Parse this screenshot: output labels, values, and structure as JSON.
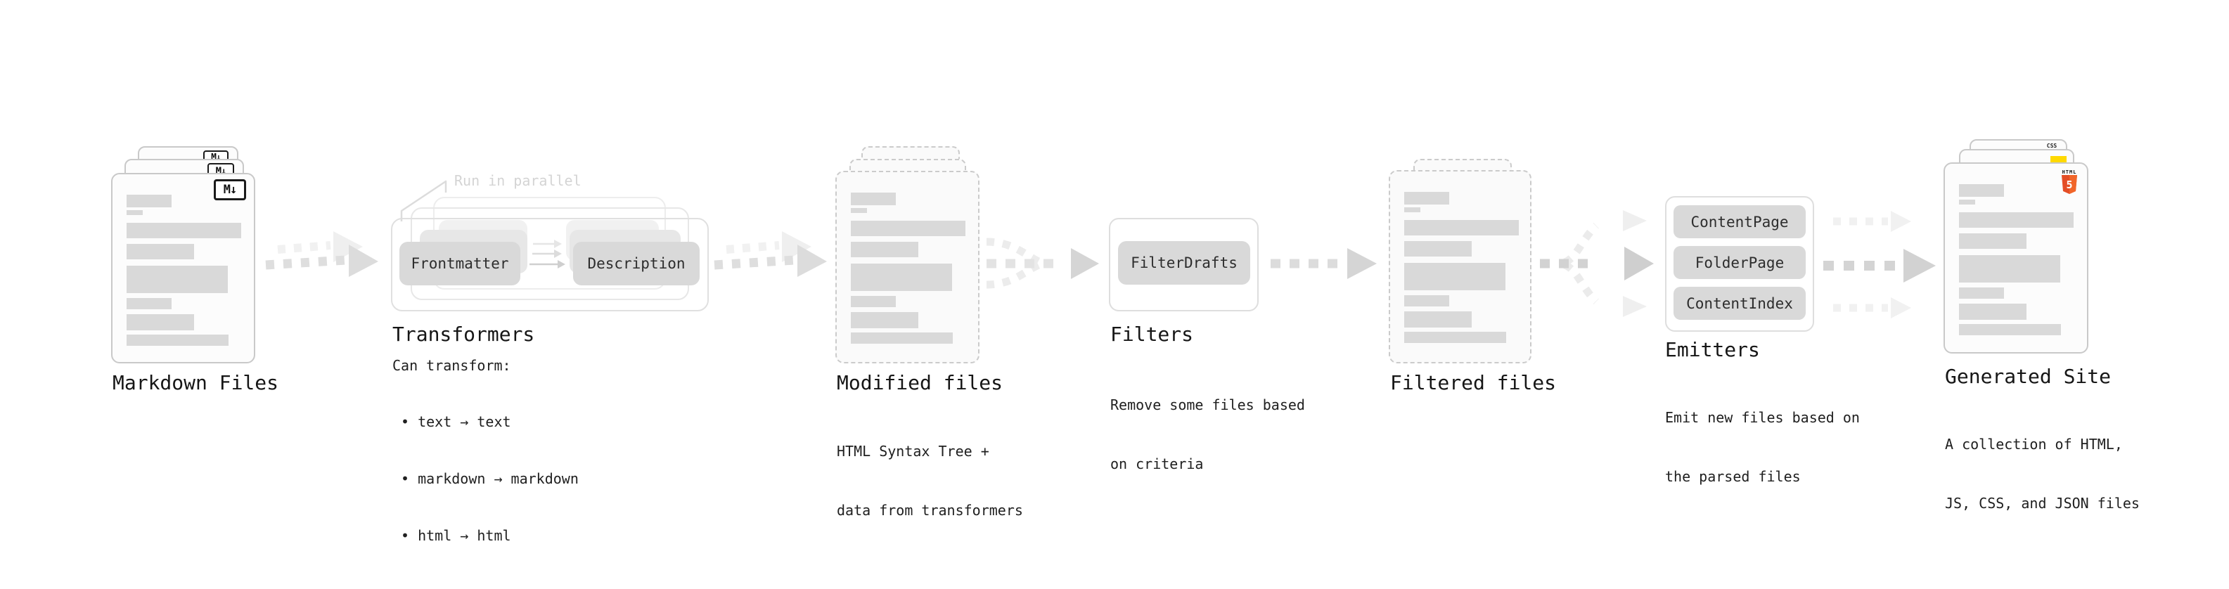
{
  "stages": {
    "markdown_files": {
      "title": "Markdown Files"
    },
    "transformers": {
      "title": "Transformers",
      "annotation": "Run in parallel",
      "pill_frontmatter": "Frontmatter",
      "pill_description": "Description",
      "subtitle": "Can transform:",
      "bullets": [
        "text → text",
        "markdown → markdown",
        "html → html"
      ]
    },
    "modified_files": {
      "title": "Modified files",
      "desc1": "HTML Syntax Tree +",
      "desc2": "data from transformers"
    },
    "filters": {
      "title": "Filters",
      "pill": "FilterDrafts",
      "desc1": "Remove some files based",
      "desc2": "on criteria"
    },
    "filtered_files": {
      "title": "Filtered files"
    },
    "emitters": {
      "title": "Emitters",
      "pills": [
        "ContentPage",
        "FolderPage",
        "ContentIndex"
      ],
      "desc1": "Emit new files based on",
      "desc2": "the parsed files"
    },
    "generated_site": {
      "title": "Generated Site",
      "desc1": "A collection of HTML,",
      "desc2": "JS, CSS, and JSON files"
    }
  },
  "icons": {
    "markdown_badge": "M↓",
    "css_badge": "CSS",
    "html_badge_label": "HTML",
    "html_badge_number": "5"
  },
  "colors": {
    "bar": "#d9d9d9",
    "pill_bg": "#d9d9d9",
    "arrow_dark": "#d6d6d6",
    "arrow_faint": "#efefef",
    "annotation_text": "#d4d4d4",
    "html5_orange": "#e44d26",
    "html5_orange_light": "#f16529",
    "js_yellow": "#ffd900",
    "css_blue": "#2c63f2"
  }
}
